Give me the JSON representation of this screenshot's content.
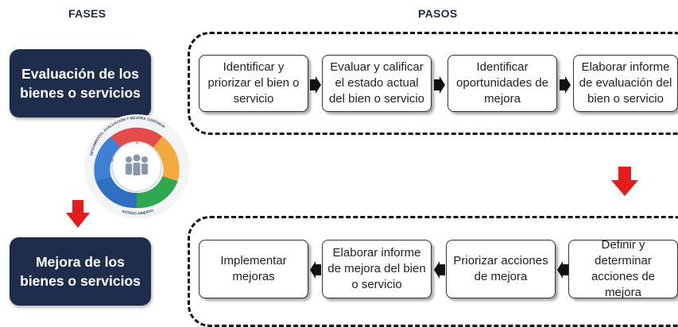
{
  "headers": {
    "fases": "FASES",
    "pasos": "PASOS"
  },
  "phases": {
    "evaluation": "Evaluación de los bienes o servicios",
    "improvement": "Mejora de los bienes o servicios"
  },
  "evaluation_steps": [
    "Identificar y priorizar el bien o servicio",
    "Evaluar y calificar el estado actual del bien o servicio",
    "Identificar oportunidades de mejora",
    "Elaborar informe de evaluación del bien o servicio"
  ],
  "improvement_steps": [
    "Implementar mejoras",
    "Elaborar informe de mejora del bien o servicio",
    "Priorizar acciones de mejora",
    "Definir y determinar acciones de mejora"
  ],
  "cycle": {
    "outer_text": "SEGUIMIENTO, EVALUACIÓN Y MEJORA CONTINUA",
    "bottom_text": "ESTADO ABIERTO",
    "segment_colors": [
      "#e34b4b",
      "#f4a93b",
      "#2fa84f",
      "#2f6fc2",
      "#3f7fd6"
    ]
  },
  "colors": {
    "phase_bg": "#1f2d4d",
    "down_arrow": "#e31b1b"
  }
}
